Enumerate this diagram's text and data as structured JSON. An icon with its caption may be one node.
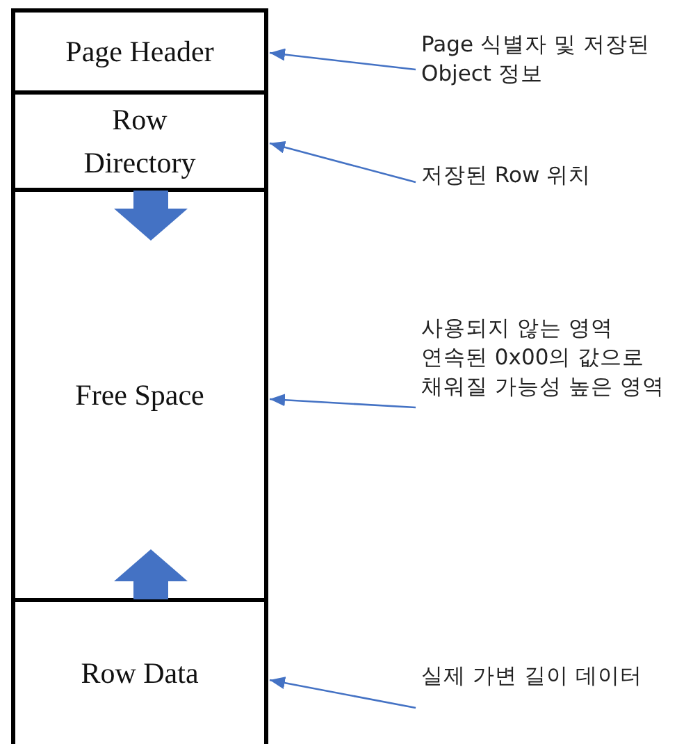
{
  "diagram": {
    "nodes": [
      {
        "text": [
          "Page Header"
        ]
      },
      {
        "text": [
          "Row Directory"
        ]
      },
      {
        "text": [
          "Free Space"
        ]
      },
      {
        "text": [
          "Row Data"
        ]
      },
      {
        "text": [
          "Page 식별자 및 저장된 Object 정보"
        ]
      },
      {
        "text": [
          "저장된 Row 위치"
        ]
      },
      {
        "text": [
          "사용되지 않는 영역",
          "연속된 0x00의 값으로 채워질 가능성 높은 영역"
        ]
      },
      {
        "text": [
          "실제 가변 길이 데이터"
        ]
      }
    ],
    "edges": [
      {
        "from": 4,
        "to": 0,
        "arrow": "to"
      },
      {
        "from": 5,
        "to": 1,
        "arrow": "to"
      },
      {
        "from": 6,
        "to": 2,
        "arrow": "to"
      },
      {
        "from": 7,
        "to": 3,
        "arrow": "to"
      },
      {
        "from": 1,
        "to": 2,
        "arrow": "to",
        "style": "thick"
      },
      {
        "from": 3,
        "to": 2,
        "arrow": "to",
        "style": "thick"
      }
    ]
  }
}
